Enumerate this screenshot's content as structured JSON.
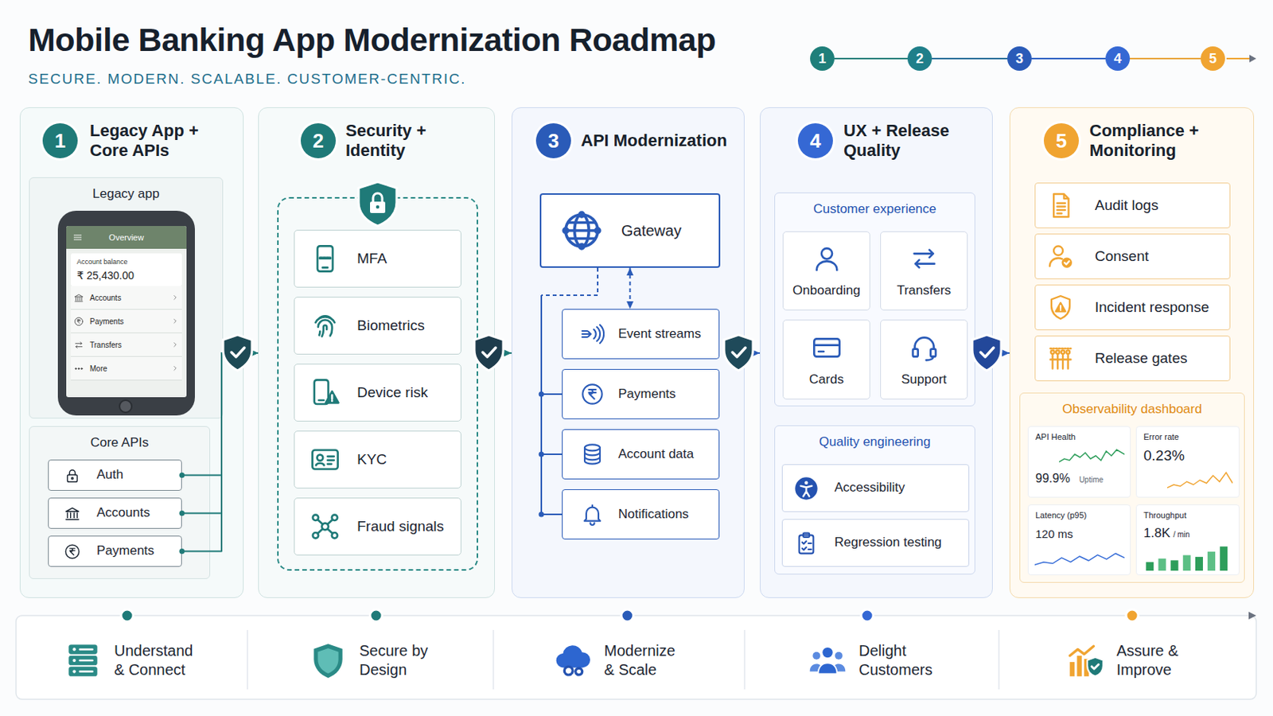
{
  "diagram": {
    "title": "Mobile Banking App Modernization Roadmap",
    "nodes": [
      {
        "text": [
          "1"
        ]
      },
      {
        "text": [
          "2"
        ]
      },
      {
        "text": [
          "3"
        ]
      },
      {
        "text": [
          "4"
        ]
      },
      {
        "text": [
          "5"
        ]
      },
      {
        "text": [
          "Legacy App + Core APIs"
        ]
      },
      {
        "text": [
          "1"
        ],
        "in": 5
      },
      {
        "text": [
          "Legacy app"
        ],
        "in": 5
      },
      {
        "text": [
          "Overview",
          "Account balance",
          "₹ 25,430.00",
          "Accounts",
          "Payments",
          "Transfers",
          "More"
        ],
        "in": 7
      },
      {
        "text": [
          "Core APIs"
        ],
        "in": 5
      },
      {
        "text": [
          "Auth"
        ],
        "in": 9
      },
      {
        "text": [
          "Accounts"
        ],
        "in": 9
      },
      {
        "text": [
          "Payments"
        ],
        "in": 9
      },
      {
        "text": [
          "Security + Identity"
        ]
      },
      {
        "text": [
          "2"
        ],
        "in": 13
      },
      {
        "text": [
          "MFA"
        ],
        "in": 13
      },
      {
        "text": [
          "Biometrics"
        ],
        "in": 13
      },
      {
        "text": [
          "Device risk"
        ],
        "in": 13
      },
      {
        "text": [
          "KYC"
        ],
        "in": 13
      },
      {
        "text": [
          "Fraud signals"
        ],
        "in": 13
      },
      {
        "text": [
          "API Modernization"
        ]
      },
      {
        "text": [
          "3"
        ],
        "in": 20
      },
      {
        "text": [
          "Gateway"
        ],
        "in": 20
      },
      {
        "text": [
          "Event streams"
        ],
        "in": 20
      },
      {
        "text": [
          "Payments"
        ],
        "in": 20
      },
      {
        "text": [
          "Account data"
        ],
        "in": 20
      },
      {
        "text": [
          "Notifications"
        ],
        "in": 20
      },
      {
        "text": [
          "UX + Release Quality"
        ]
      },
      {
        "text": [
          "4"
        ],
        "in": 27
      },
      {
        "text": [
          "Customer experience"
        ],
        "in": 27
      },
      {
        "text": [
          "Onboarding"
        ],
        "in": 29
      },
      {
        "text": [
          "Transfers"
        ],
        "in": 29
      },
      {
        "text": [
          "Cards"
        ],
        "in": 29
      },
      {
        "text": [
          "Support"
        ],
        "in": 29
      },
      {
        "text": [
          "Quality engineering"
        ],
        "in": 27
      },
      {
        "text": [
          "Accessibility"
        ],
        "in": 34
      },
      {
        "text": [
          "Regression testing"
        ],
        "in": 34
      },
      {
        "text": [
          "Compliance + Monitoring"
        ]
      },
      {
        "text": [
          "5"
        ],
        "in": 37
      },
      {
        "text": [
          "Audit logs"
        ],
        "in": 37
      },
      {
        "text": [
          "Consent"
        ],
        "in": 37
      },
      {
        "text": [
          "Incident response"
        ],
        "in": 37
      },
      {
        "text": [
          "Release gates"
        ],
        "in": 37
      },
      {
        "text": [
          "Observability dashboard"
        ],
        "in": 37
      },
      {
        "text": [
          "API Health",
          "99.9%",
          "Uptime"
        ],
        "in": 43
      },
      {
        "text": [
          "Error rate",
          "0.23%"
        ],
        "in": 43
      },
      {
        "text": [
          "Latency (p95)",
          "120 ms"
        ],
        "in": 43
      },
      {
        "text": [
          "Throughput",
          "1.8K",
          "/ min"
        ],
        "in": 43
      },
      {
        "text": [
          "Understand & Connect"
        ]
      },
      {
        "text": [
          "Secure by Design"
        ]
      },
      {
        "text": [
          "Modernize & Scale"
        ]
      },
      {
        "text": [
          "Delight Customers"
        ]
      },
      {
        "text": [
          "Assure & Improve"
        ]
      }
    ],
    "edges": [
      {
        "from": 0,
        "to": 1,
        "arrow": "none"
      },
      {
        "from": 1,
        "to": 2,
        "arrow": "none"
      },
      {
        "from": 2,
        "to": 3,
        "arrow": "none"
      },
      {
        "from": 3,
        "to": 4,
        "arrow": "none"
      },
      {
        "from": 10,
        "to": 13,
        "arrow": "to"
      },
      {
        "from": 11,
        "to": 13,
        "arrow": "to"
      },
      {
        "from": 12,
        "to": 13,
        "arrow": "to"
      },
      {
        "from": 13,
        "to": 20,
        "arrow": "to"
      },
      {
        "from": 20,
        "to": 27,
        "arrow": "to"
      },
      {
        "from": 27,
        "to": 37,
        "arrow": "to"
      },
      {
        "from": 22,
        "to": 23,
        "arrow": "both"
      },
      {
        "from": 22,
        "to": 24,
        "arrow": "none"
      },
      {
        "from": 22,
        "to": 25,
        "arrow": "none"
      },
      {
        "from": 22,
        "to": 26,
        "arrow": "none"
      }
    ],
    "labels": [
      "SECURE. MODERN. SCALABLE. CUSTOMER-CENTRIC."
    ]
  }
}
